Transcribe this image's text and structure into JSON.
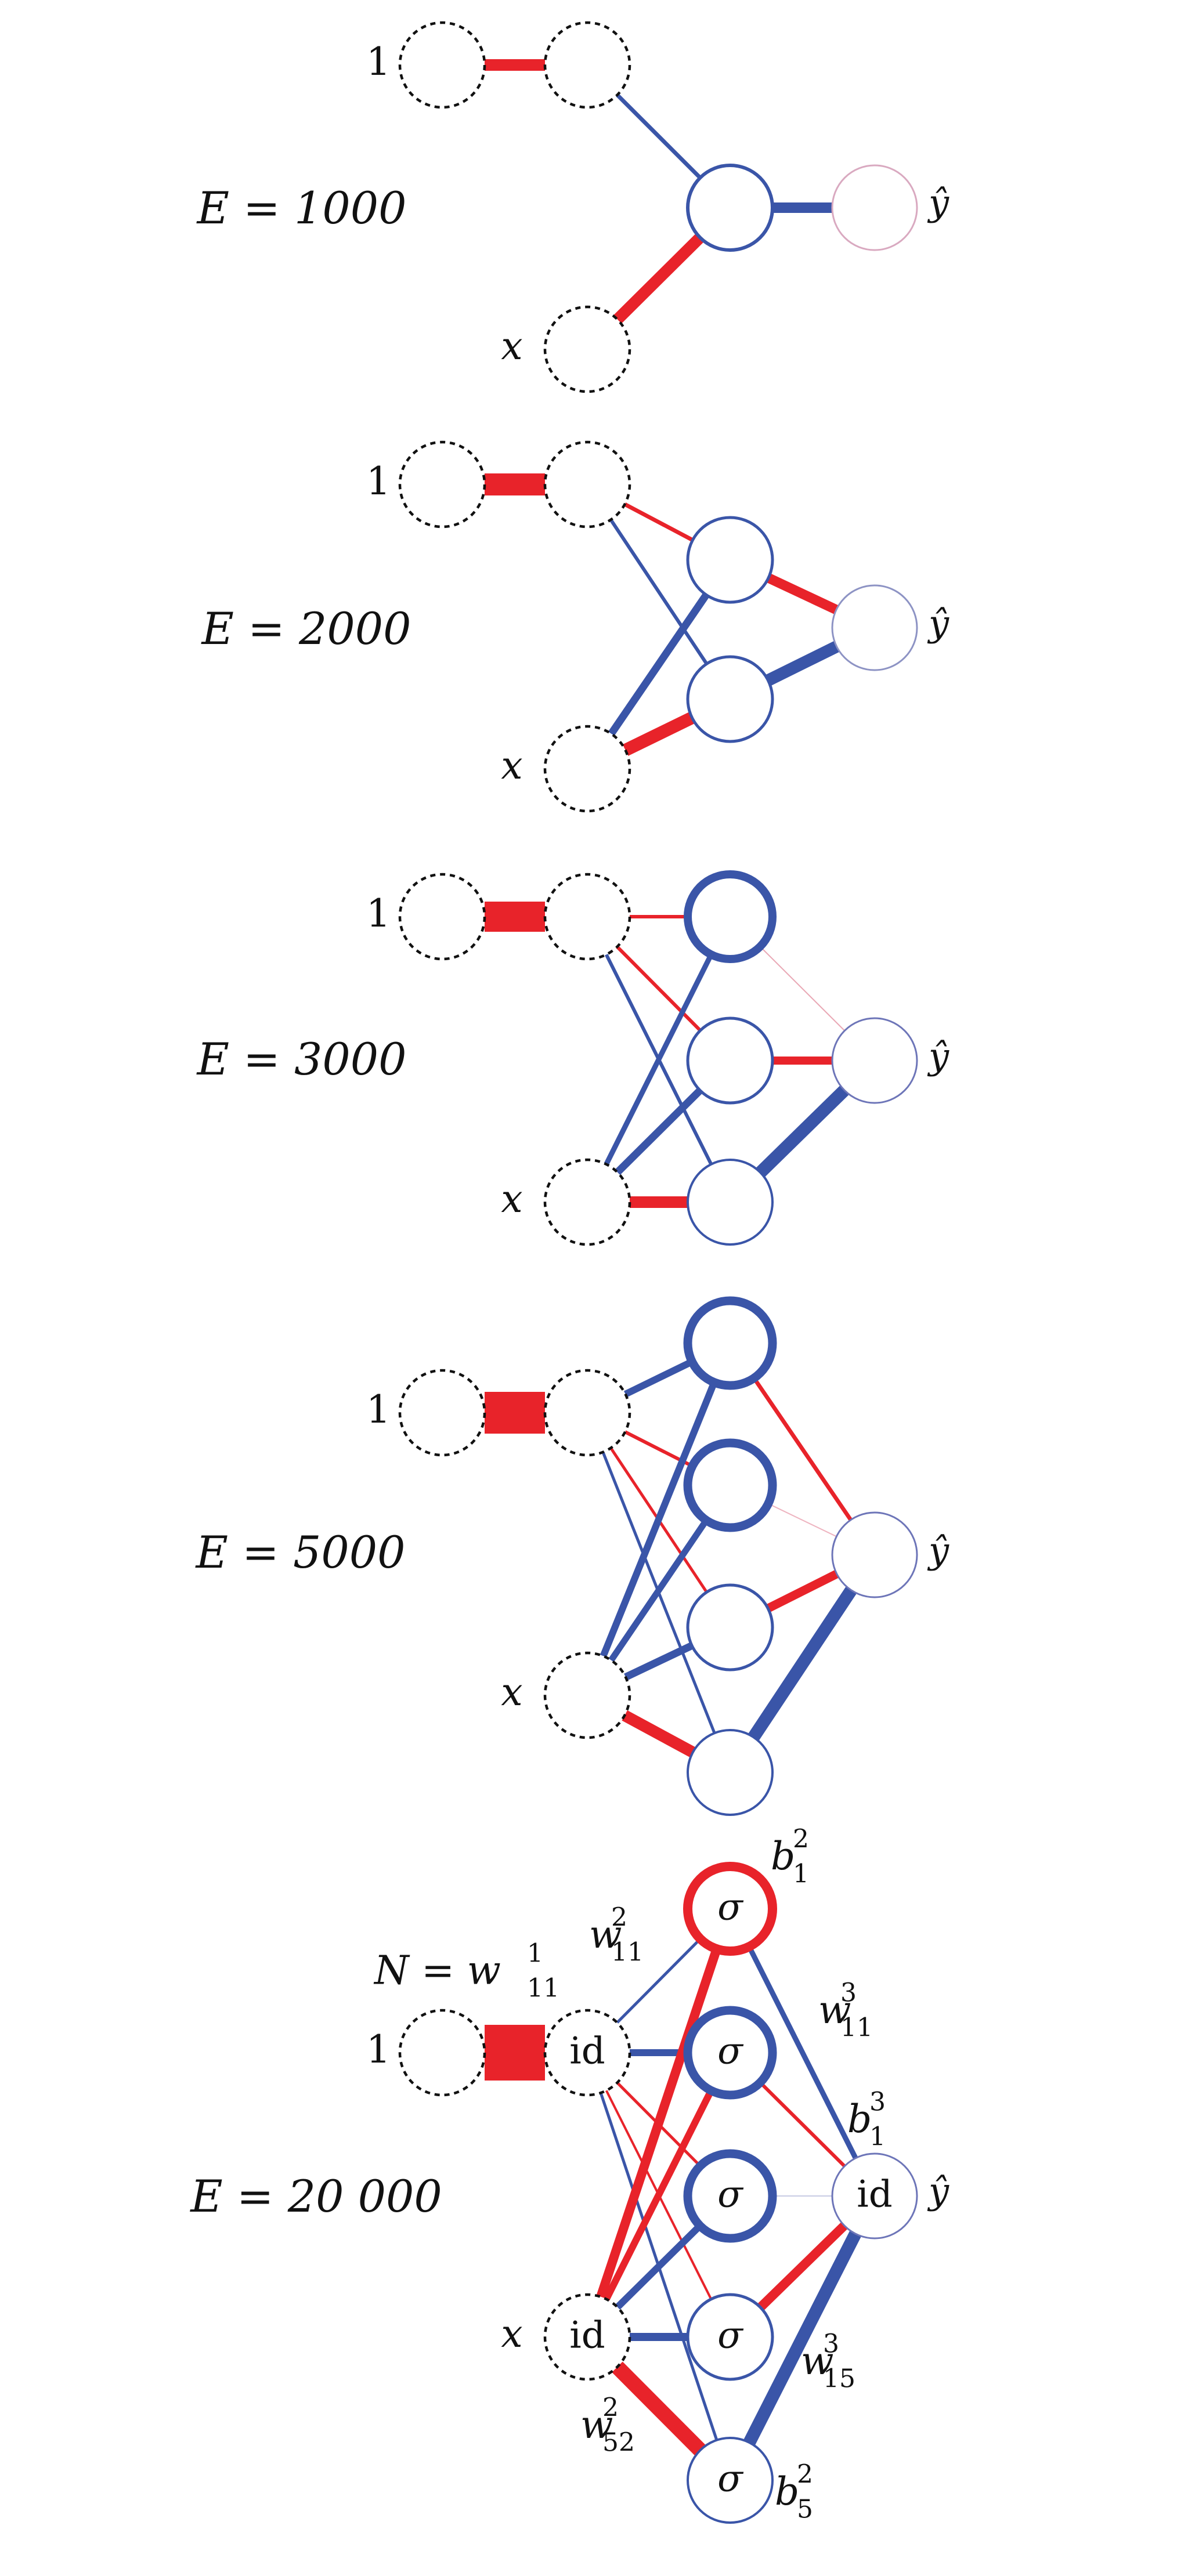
{
  "colors": {
    "positive": "#e8232a",
    "negative": "#3a55a8",
    "input_stroke": "#111111",
    "text": "#111111"
  },
  "networks": [
    {
      "id": "n1",
      "epoch_label": "E = 1000",
      "labels": {
        "bias": "1",
        "input": "x",
        "output": "ŷ"
      }
    },
    {
      "id": "n2",
      "epoch_label": "E = 2000",
      "labels": {
        "bias": "1",
        "input": "x",
        "output": "ŷ"
      }
    },
    {
      "id": "n3",
      "epoch_label": "E = 3000",
      "labels": {
        "bias": "1",
        "input": "x",
        "output": "ŷ"
      }
    },
    {
      "id": "n4",
      "epoch_label": "E = 5000",
      "labels": {
        "bias": "1",
        "input": "x",
        "output": "ŷ"
      }
    },
    {
      "id": "n5",
      "epoch_label": "E = 20 000",
      "labels": {
        "bias": "1",
        "input": "x",
        "output": "ŷ"
      },
      "node_text": {
        "input": "id",
        "hidden": "σ",
        "output": "id"
      },
      "annotations": {
        "n": "N = w",
        "n_sup": "1",
        "n_sub": "11",
        "w11_2": {
          "base": "w",
          "sup": "2",
          "sub": "11"
        },
        "w11_3": {
          "base": "w",
          "sup": "3",
          "sub": "11"
        },
        "w15_3": {
          "base": "w",
          "sup": "3",
          "sub": "15"
        },
        "w52_2": {
          "base": "w",
          "sup": "2",
          "sub": "52"
        },
        "b1_2": {
          "base": "b",
          "sup": "2",
          "sub": "1"
        },
        "b1_3": {
          "base": "b",
          "sup": "3",
          "sub": "1"
        },
        "b5_2": {
          "base": "b",
          "sup": "2",
          "sub": "5"
        }
      }
    }
  ]
}
